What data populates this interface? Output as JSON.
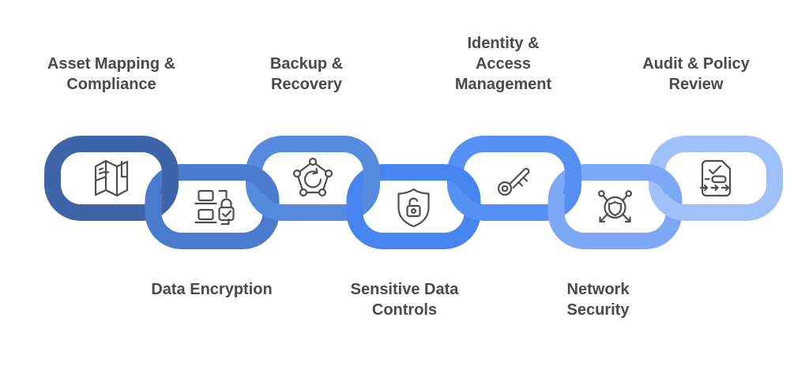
{
  "diagram": {
    "background": "#FFFFFF",
    "text_color": "#4A4A4A",
    "icon_stroke": "#4F4F4F",
    "links": [
      {
        "label_lines": [
          "Asset Mapping &",
          "Compliance"
        ],
        "icon": "map",
        "color": "#3E65A8",
        "row": "top"
      },
      {
        "label_lines": [
          "Data Encryption"
        ],
        "icon": "laptops-lock",
        "color": "#4A7BCE",
        "row": "bottom"
      },
      {
        "label_lines": [
          "Backup &",
          "Recovery"
        ],
        "icon": "pentagon-restore",
        "color": "#568ADF",
        "row": "top"
      },
      {
        "label_lines": [
          "Sensitive Data",
          "Controls"
        ],
        "icon": "shield-lock",
        "color": "#4684F0",
        "row": "bottom"
      },
      {
        "label_lines": [
          "Identity &",
          "Access",
          "Management"
        ],
        "icon": "key",
        "color": "#5590F4",
        "row": "top"
      },
      {
        "label_lines": [
          "Network",
          "Security"
        ],
        "icon": "network-shield",
        "color": "#7CA8F6",
        "row": "bottom"
      },
      {
        "label_lines": [
          "Audit & Policy",
          "Review"
        ],
        "icon": "audit-document",
        "color": "#9FC0F8",
        "row": "top"
      }
    ]
  }
}
